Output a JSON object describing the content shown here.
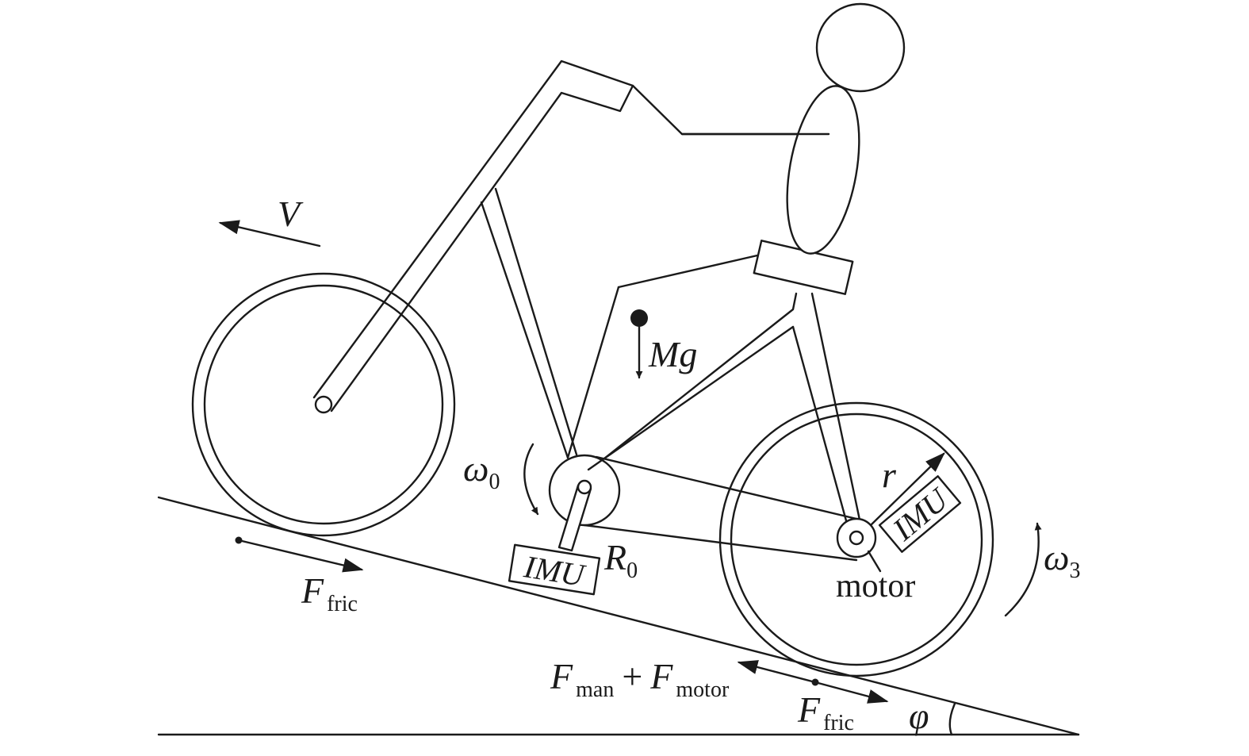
{
  "labels": {
    "velocity": "V",
    "gravity": "Mg",
    "crank_speed_symbol": "ω",
    "crank_speed_sub": "0",
    "crank_radius_symbol": "R",
    "crank_radius_sub": "0",
    "wheel_radius": "r",
    "rear_speed_symbol": "ω",
    "rear_speed_sub": "3",
    "motor": "motor",
    "imu_crank": "IMU",
    "imu_wheel": "IMU",
    "friction_front_symbol": "F",
    "friction_front_sub": "fric",
    "drive_F1": "F",
    "drive_sub1": "man",
    "drive_plus": "+",
    "drive_F2": "F",
    "drive_sub2": "motor",
    "friction_rear_symbol": "F",
    "friction_rear_sub": "fric",
    "slope_angle": "φ"
  },
  "colors": {
    "ink": "#1a1a1a",
    "background": "#ffffff"
  }
}
